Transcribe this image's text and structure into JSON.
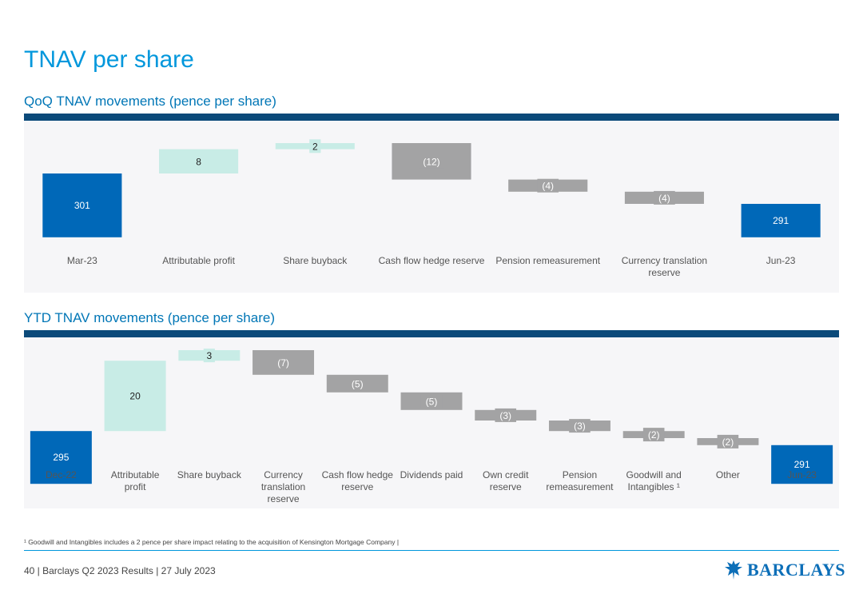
{
  "page": {
    "title": "TNAV per share",
    "footnote": "¹ Goodwill and Intangibles includes a 2 pence per share impact relating to the acquisition of Kensington Mortgage Company |",
    "footer": "40  |  Barclays Q2 2023 Results  |  27 July 2023",
    "logo_text": "BARCLAYS"
  },
  "colors": {
    "total": "#0068b8",
    "increase": "#c8ece6",
    "decrease": "#a3a3a4",
    "label_pos": "#1a6b56",
    "title": "#0097dc",
    "section_title": "#0076b6",
    "rule": "#0b4a7a"
  },
  "chart_data": [
    {
      "type": "bar",
      "title": "QoQ TNAV movements (pence per share)",
      "categories": [
        "Mar-23",
        "Attributable profit",
        "Share buyback",
        "Cash flow hedge reserve",
        "Pension remeasurement",
        "Currency translation reserve",
        "Jun-23"
      ],
      "values": [
        301,
        8,
        2,
        -12,
        -4,
        -4,
        291
      ],
      "labels": [
        "301",
        "8",
        "2",
        "(12)",
        "(4)",
        "(4)",
        "291"
      ],
      "kinds": [
        "total",
        "delta",
        "delta",
        "delta",
        "delta",
        "delta",
        "total"
      ]
    },
    {
      "type": "bar",
      "title": "YTD TNAV movements (pence per share)",
      "categories": [
        "Dec-22",
        "Attributable profit",
        "Share buyback",
        "Currency translation reserve",
        "Cash flow hedge reserve",
        "Dividends paid",
        "Own credit reserve",
        "Pension remeasurement",
        "Goodwill and Intangibles ¹",
        "Other",
        "Jun-23"
      ],
      "values": [
        295,
        20,
        3,
        -7,
        -5,
        -5,
        -3,
        -3,
        -2,
        -2,
        291
      ],
      "labels": [
        "295",
        "20",
        "3",
        "(7)",
        "(5)",
        "(5)",
        "(3)",
        "(3)",
        "(2)",
        "(2)",
        "291"
      ],
      "kinds": [
        "total",
        "delta",
        "delta",
        "delta",
        "delta",
        "delta",
        "delta",
        "delta",
        "delta",
        "delta",
        "total"
      ]
    }
  ]
}
